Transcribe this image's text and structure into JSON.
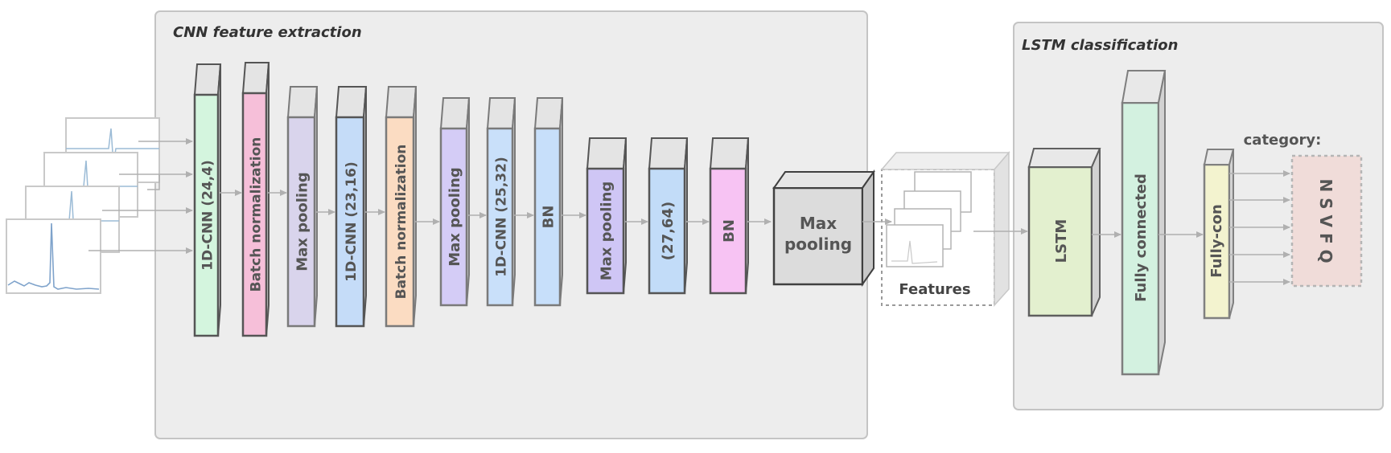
{
  "sections": {
    "cnn": "CNN feature extraction",
    "lstm": "LSTM classification"
  },
  "layers": [
    {
      "id": "conv1",
      "label": "1D-CNN  (24,4)",
      "fill": "#d4f5de"
    },
    {
      "id": "bn1",
      "label": "Batch normalization",
      "fill": "#f6bfd9"
    },
    {
      "id": "pool1",
      "label": "Max pooling",
      "fill": "#d9d4ec"
    },
    {
      "id": "conv2",
      "label": "1D-CNN  (23,16)",
      "fill": "#c5dcf8"
    },
    {
      "id": "bn2",
      "label": "Batch normalization",
      "fill": "#fbdcc2"
    },
    {
      "id": "pool2",
      "label": "Max pooling",
      "fill": "#d4ccf6"
    },
    {
      "id": "conv3",
      "label": "1D-CNN  (25,32)",
      "fill": "#c9e0fa"
    },
    {
      "id": "bn3",
      "label": "BN",
      "fill": "#c7dffa"
    },
    {
      "id": "pool3",
      "label": "Max pooling",
      "fill": "#cfc6f5"
    },
    {
      "id": "conv4",
      "label": "(27,64)",
      "fill": "#c2dcf8"
    },
    {
      "id": "bn4",
      "label": "BN",
      "fill": "#f7c3f3"
    }
  ],
  "final_pool": {
    "line1": "Max",
    "line2": "pooling"
  },
  "features_label": "Features",
  "lstm_layer": {
    "label": "LSTM",
    "fill": "#e3f0cf"
  },
  "fc_layer": {
    "label": "Fully connected",
    "fill": "#d3f1e0"
  },
  "fc2_layer": {
    "label": "Fully-con",
    "fill": "#f3f3cf"
  },
  "category": {
    "title": "category:",
    "classes": "N S V F Q",
    "fill": "#f0dcd9"
  }
}
